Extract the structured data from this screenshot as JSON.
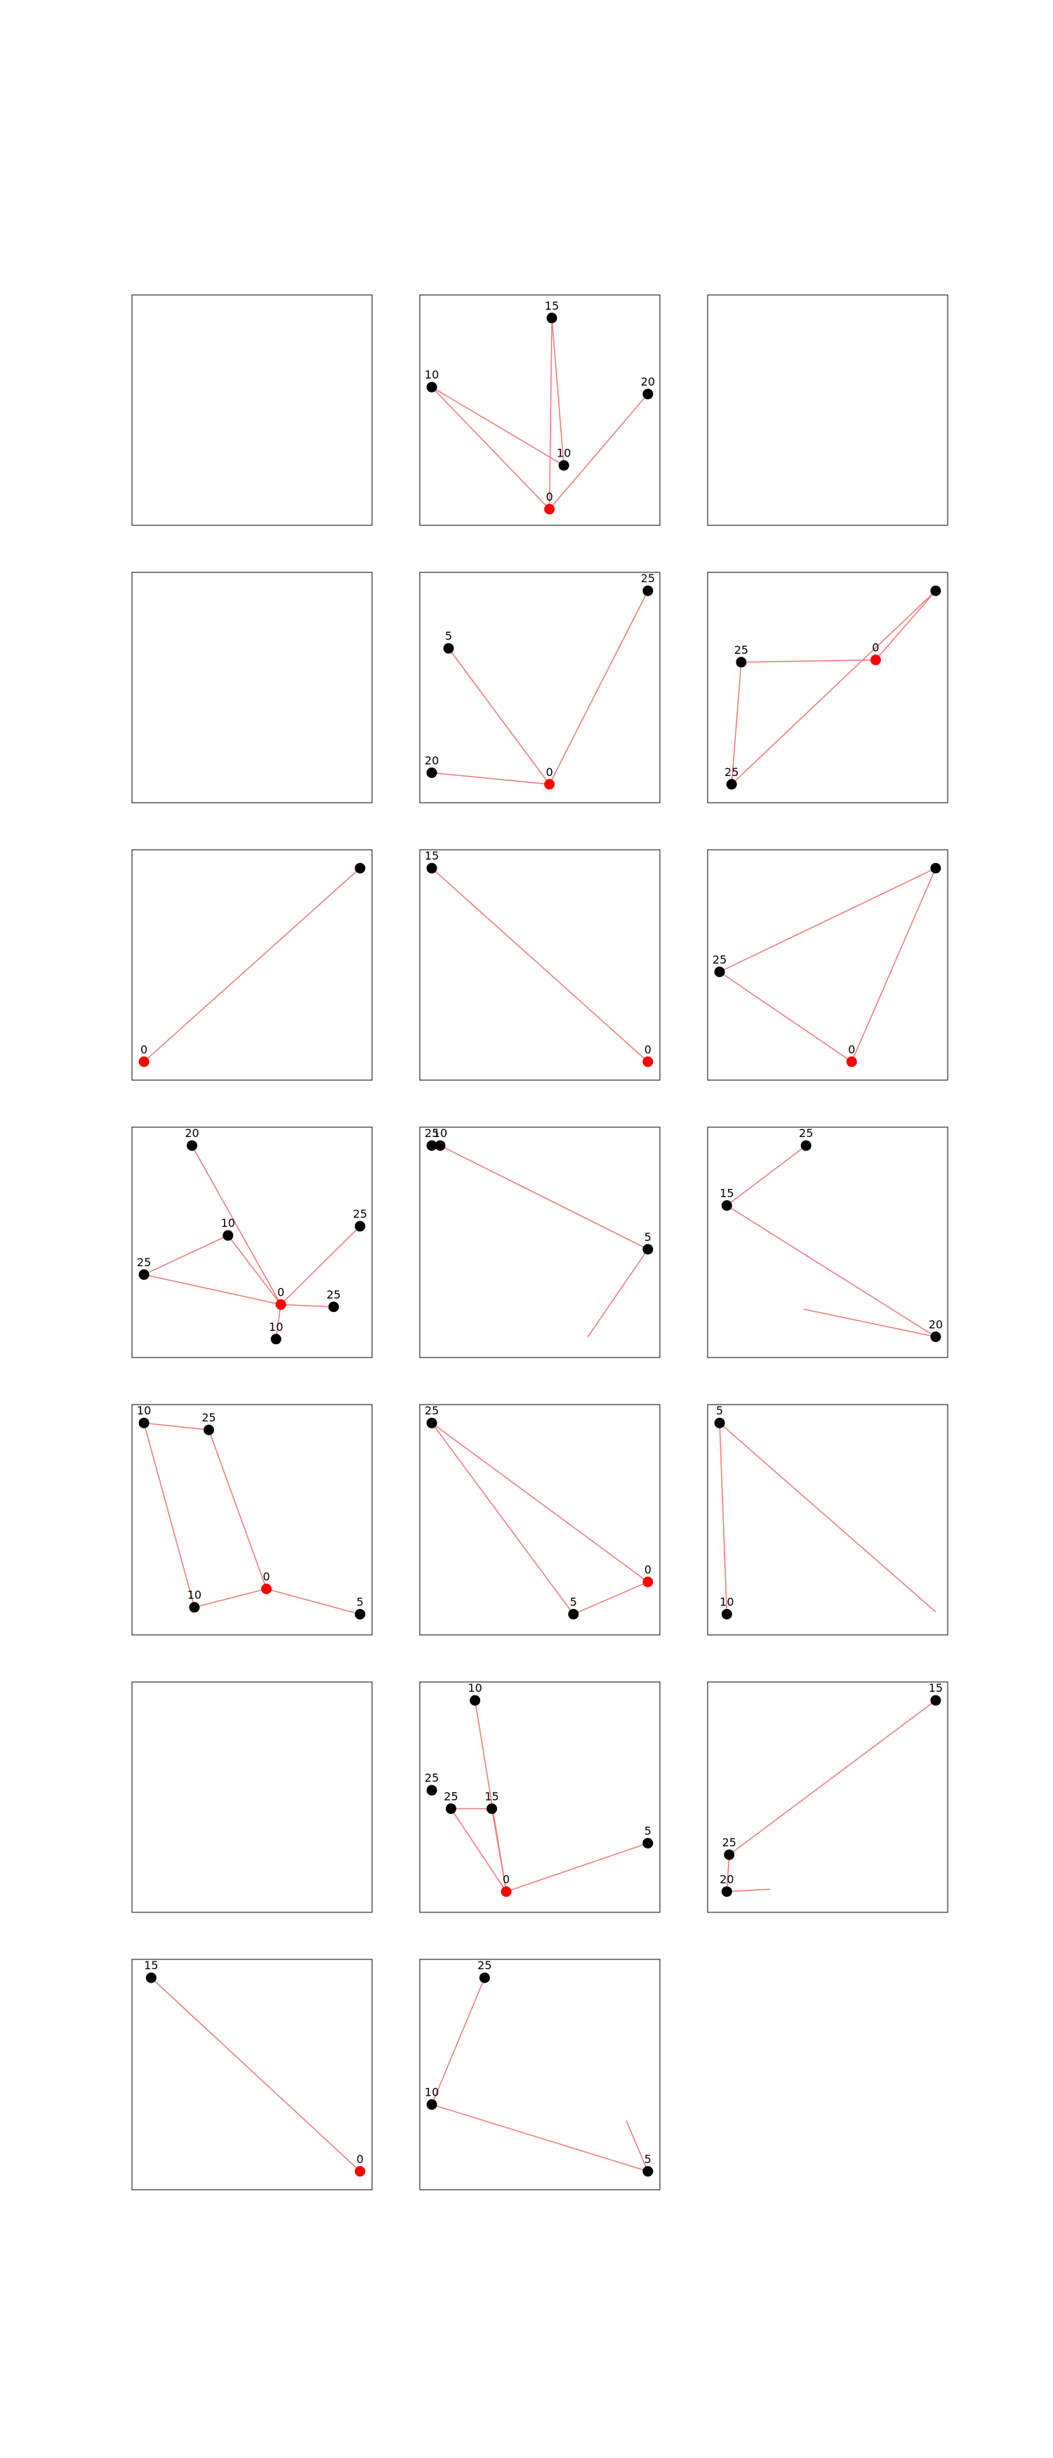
{
  "chart_data": [
    {
      "type": "scatter",
      "panel": 1,
      "points": [],
      "edges": []
    },
    {
      "type": "scatter",
      "panel": 2,
      "points": [
        {
          "x": 0.55,
          "y": 0.9,
          "label": "15",
          "color": "#000000"
        },
        {
          "x": 0.05,
          "y": 0.6,
          "label": "10",
          "color": "#000000"
        },
        {
          "x": 0.95,
          "y": 0.57,
          "label": "20",
          "color": "#000000"
        },
        {
          "x": 0.6,
          "y": 0.26,
          "label": "10",
          "color": "#000000"
        },
        {
          "x": 0.54,
          "y": 0.07,
          "label": "0",
          "color": "#ff0000"
        }
      ],
      "edges": [
        [
          0,
          3
        ],
        [
          3,
          1
        ],
        [
          1,
          4
        ],
        [
          4,
          2
        ],
        [
          4,
          0
        ]
      ]
    },
    {
      "type": "scatter",
      "panel": 3,
      "points": [],
      "edges": []
    },
    {
      "type": "scatter",
      "panel": 4,
      "points": [],
      "edges": []
    },
    {
      "type": "scatter",
      "panel": 5,
      "points": [
        {
          "x": 0.95,
          "y": 0.92,
          "label": "25",
          "color": "#000000"
        },
        {
          "x": 0.12,
          "y": 0.67,
          "label": "5",
          "color": "#000000"
        },
        {
          "x": 0.05,
          "y": 0.13,
          "label": "20",
          "color": "#000000"
        },
        {
          "x": 0.54,
          "y": 0.08,
          "label": "0",
          "color": "#ff0000"
        }
      ],
      "edges": [
        [
          1,
          3
        ],
        [
          3,
          0
        ],
        [
          2,
          3
        ]
      ]
    },
    {
      "type": "scatter",
      "panel": 6,
      "points": [
        {
          "x": 0.95,
          "y": 0.92,
          "label": "",
          "color": "#000000"
        },
        {
          "x": 0.14,
          "y": 0.61,
          "label": "25",
          "color": "#000000"
        },
        {
          "x": 0.1,
          "y": 0.08,
          "label": "25",
          "color": "#000000"
        },
        {
          "x": 0.7,
          "y": 0.62,
          "label": "0",
          "color": "#ff0000"
        }
      ],
      "edges": [
        [
          1,
          3
        ],
        [
          3,
          0
        ],
        [
          0,
          2
        ],
        [
          2,
          1
        ]
      ]
    },
    {
      "type": "scatter",
      "panel": 7,
      "points": [
        {
          "x": 0.95,
          "y": 0.92,
          "label": "",
          "color": "#000000"
        },
        {
          "x": 0.05,
          "y": 0.08,
          "label": "0",
          "color": "#ff0000"
        }
      ],
      "edges": [
        [
          0,
          1
        ]
      ]
    },
    {
      "type": "scatter",
      "panel": 8,
      "points": [
        {
          "x": 0.05,
          "y": 0.92,
          "label": "15",
          "color": "#000000"
        },
        {
          "x": 0.95,
          "y": 0.08,
          "label": "0",
          "color": "#ff0000"
        }
      ],
      "edges": [
        [
          0,
          1
        ]
      ]
    },
    {
      "type": "scatter",
      "panel": 9,
      "points": [
        {
          "x": 0.95,
          "y": 0.92,
          "label": "",
          "color": "#000000"
        },
        {
          "x": 0.05,
          "y": 0.47,
          "label": "25",
          "color": "#000000"
        },
        {
          "x": 0.6,
          "y": 0.08,
          "label": "0",
          "color": "#ff0000"
        }
      ],
      "edges": [
        [
          0,
          1
        ],
        [
          1,
          2
        ],
        [
          2,
          0
        ]
      ]
    },
    {
      "type": "scatter",
      "panel": 10,
      "points": [
        {
          "x": 0.25,
          "y": 0.92,
          "label": "20",
          "color": "#000000"
        },
        {
          "x": 0.4,
          "y": 0.53,
          "label": "10",
          "color": "#000000"
        },
        {
          "x": 0.95,
          "y": 0.57,
          "label": "25",
          "color": "#000000"
        },
        {
          "x": 0.05,
          "y": 0.36,
          "label": "25",
          "color": "#000000"
        },
        {
          "x": 0.62,
          "y": 0.23,
          "label": "0",
          "color": "#ff0000"
        },
        {
          "x": 0.84,
          "y": 0.22,
          "label": "25",
          "color": "#000000"
        },
        {
          "x": 0.6,
          "y": 0.08,
          "label": "10",
          "color": "#000000"
        }
      ],
      "edges": [
        [
          0,
          4
        ],
        [
          1,
          4
        ],
        [
          3,
          1
        ],
        [
          3,
          4
        ],
        [
          4,
          2
        ],
        [
          4,
          5
        ],
        [
          4,
          6
        ]
      ]
    },
    {
      "type": "scatter",
      "panel": 11,
      "points": [
        {
          "x": 0.05,
          "y": 0.92,
          "label": "25",
          "color": "#000000"
        },
        {
          "x": 0.085,
          "y": 0.92,
          "label": "10",
          "color": "#000000"
        },
        {
          "x": 0.95,
          "y": 0.47,
          "label": "5",
          "color": "#000000"
        },
        {
          "x": 0.7,
          "y": 0.09,
          "label": "",
          "color": "none"
        }
      ],
      "edges": [
        [
          1,
          2
        ],
        [
          2,
          3
        ]
      ]
    },
    {
      "type": "scatter",
      "panel": 12,
      "points": [
        {
          "x": 0.41,
          "y": 0.92,
          "label": "25",
          "color": "#000000"
        },
        {
          "x": 0.08,
          "y": 0.66,
          "label": "15",
          "color": "#000000"
        },
        {
          "x": 0.95,
          "y": 0.09,
          "label": "20",
          "color": "#000000"
        },
        {
          "x": 0.4,
          "y": 0.21,
          "label": "",
          "color": "none"
        }
      ],
      "edges": [
        [
          0,
          1
        ],
        [
          1,
          2
        ],
        [
          2,
          3
        ]
      ]
    },
    {
      "type": "scatter",
      "panel": 13,
      "points": [
        {
          "x": 0.05,
          "y": 0.92,
          "label": "10",
          "color": "#000000"
        },
        {
          "x": 0.32,
          "y": 0.89,
          "label": "25",
          "color": "#000000"
        },
        {
          "x": 0.56,
          "y": 0.2,
          "label": "0",
          "color": "#ff0000"
        },
        {
          "x": 0.26,
          "y": 0.12,
          "label": "10",
          "color": "#000000"
        },
        {
          "x": 0.95,
          "y": 0.09,
          "label": "5",
          "color": "#000000"
        }
      ],
      "edges": [
        [
          0,
          1
        ],
        [
          1,
          2
        ],
        [
          0,
          3
        ],
        [
          3,
          2
        ],
        [
          2,
          4
        ]
      ]
    },
    {
      "type": "scatter",
      "panel": 14,
      "points": [
        {
          "x": 0.05,
          "y": 0.92,
          "label": "25",
          "color": "#000000"
        },
        {
          "x": 0.95,
          "y": 0.23,
          "label": "0",
          "color": "#ff0000"
        },
        {
          "x": 0.64,
          "y": 0.09,
          "label": "5",
          "color": "#000000"
        }
      ],
      "edges": [
        [
          0,
          1
        ],
        [
          1,
          2
        ],
        [
          2,
          0
        ]
      ]
    },
    {
      "type": "scatter",
      "panel": 15,
      "points": [
        {
          "x": 0.05,
          "y": 0.92,
          "label": "5",
          "color": "#000000"
        },
        {
          "x": 0.08,
          "y": 0.09,
          "label": "10",
          "color": "#000000"
        },
        {
          "x": 0.95,
          "y": 0.1,
          "label": "",
          "color": "none"
        }
      ],
      "edges": [
        [
          0,
          1
        ],
        [
          0,
          2
        ]
      ]
    },
    {
      "type": "scatter",
      "panel": 16,
      "points": [],
      "edges": []
    },
    {
      "type": "scatter",
      "panel": 17,
      "points": [
        {
          "x": 0.23,
          "y": 0.92,
          "label": "10",
          "color": "#000000"
        },
        {
          "x": 0.05,
          "y": 0.53,
          "label": "25",
          "color": "#000000"
        },
        {
          "x": 0.13,
          "y": 0.45,
          "label": "25",
          "color": "#000000"
        },
        {
          "x": 0.3,
          "y": 0.45,
          "label": "15",
          "color": "#000000"
        },
        {
          "x": 0.95,
          "y": 0.3,
          "label": "5",
          "color": "#000000"
        },
        {
          "x": 0.36,
          "y": 0.09,
          "label": "0",
          "color": "#ff0000"
        }
      ],
      "edges": [
        [
          0,
          5
        ],
        [
          2,
          3
        ],
        [
          3,
          5
        ],
        [
          2,
          5
        ],
        [
          5,
          4
        ]
      ]
    },
    {
      "type": "scatter",
      "panel": 18,
      "points": [
        {
          "x": 0.95,
          "y": 0.92,
          "label": "15",
          "color": "#000000"
        },
        {
          "x": 0.09,
          "y": 0.25,
          "label": "25",
          "color": "#000000"
        },
        {
          "x": 0.08,
          "y": 0.09,
          "label": "20",
          "color": "#000000"
        },
        {
          "x": 0.26,
          "y": 0.1,
          "label": "",
          "color": "none"
        }
      ],
      "edges": [
        [
          0,
          1
        ],
        [
          1,
          2
        ],
        [
          2,
          3
        ]
      ]
    },
    {
      "type": "scatter",
      "panel": 19,
      "points": [
        {
          "x": 0.08,
          "y": 0.92,
          "label": "15",
          "color": "#000000"
        },
        {
          "x": 0.95,
          "y": 0.08,
          "label": "0",
          "color": "#ff0000"
        }
      ],
      "edges": [
        [
          0,
          1
        ]
      ]
    },
    {
      "type": "scatter",
      "panel": 20,
      "points": [
        {
          "x": 0.27,
          "y": 0.92,
          "label": "25",
          "color": "#000000"
        },
        {
          "x": 0.05,
          "y": 0.37,
          "label": "10",
          "color": "#000000"
        },
        {
          "x": 0.95,
          "y": 0.08,
          "label": "5",
          "color": "#000000"
        },
        {
          "x": 0.86,
          "y": 0.3,
          "label": "",
          "color": "none"
        }
      ],
      "edges": [
        [
          0,
          1
        ],
        [
          1,
          2
        ],
        [
          2,
          3
        ]
      ]
    }
  ]
}
